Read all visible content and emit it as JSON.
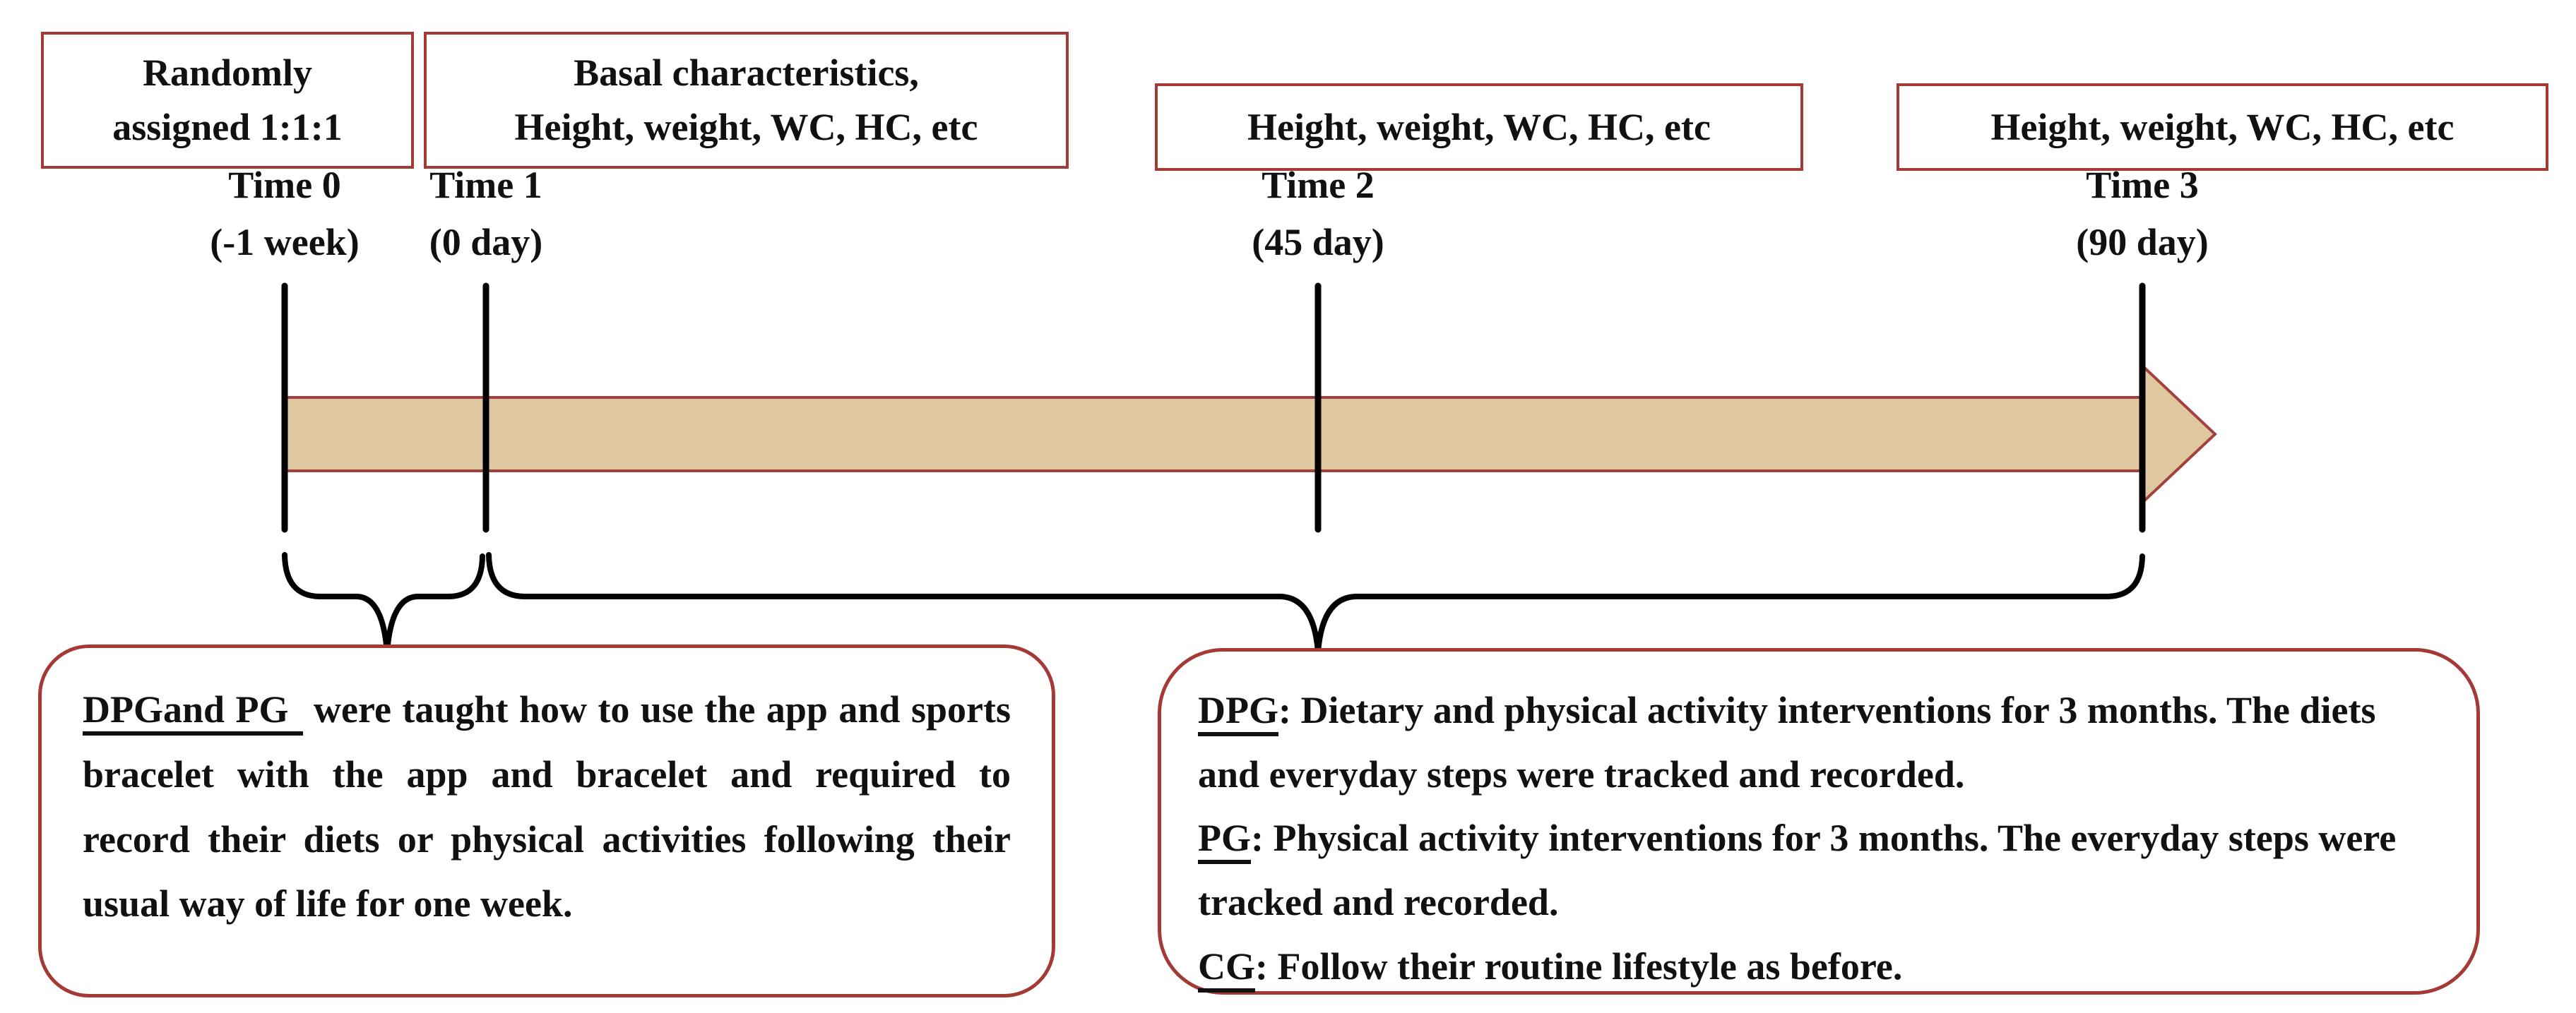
{
  "top_boxes": [
    {
      "id": "randomization",
      "lines": [
        "Randomly",
        "assigned 1:1:1"
      ]
    },
    {
      "id": "baseline-measures",
      "lines": [
        "Basal characteristics,",
        "Height, weight, WC, HC, etc"
      ]
    },
    {
      "id": "midpoint-measures",
      "lines": [
        "Height, weight, WC, HC, etc"
      ]
    },
    {
      "id": "endpoint-measures",
      "lines": [
        "Height, weight, WC, HC, etc"
      ]
    }
  ],
  "timepoints": [
    {
      "label": "Time 0",
      "sublabel": "(-1 week)"
    },
    {
      "label": "Time 1",
      "sublabel": "(0 day)"
    },
    {
      "label": "Time 2",
      "sublabel": "(45 day)"
    },
    {
      "label": "Time 3",
      "sublabel": "(90 day)"
    }
  ],
  "notes": {
    "left": {
      "lead": "DPGand PG",
      "body": "were taught how to use the app and sports bracelet with the app and bracelet and required to record their diets or physical activities following their usual way of life for one week."
    },
    "right": {
      "entries": [
        {
          "abbr": "DPG",
          "text": ": Dietary and physical activity interventions for 3 months. The diets and everyday steps were tracked and recorded."
        },
        {
          "abbr": "PG",
          "text": ": Physical activity interventions  for 3 months. The everyday steps were tracked and recorded."
        },
        {
          "abbr": "CG",
          "text": ": Follow their routine lifestyle as before."
        }
      ]
    }
  },
  "colors": {
    "box_border_red": "#A43A35",
    "band_fill_tan": "#DFC89F",
    "band_border_red": "#A34140",
    "line_black": "#111111"
  }
}
